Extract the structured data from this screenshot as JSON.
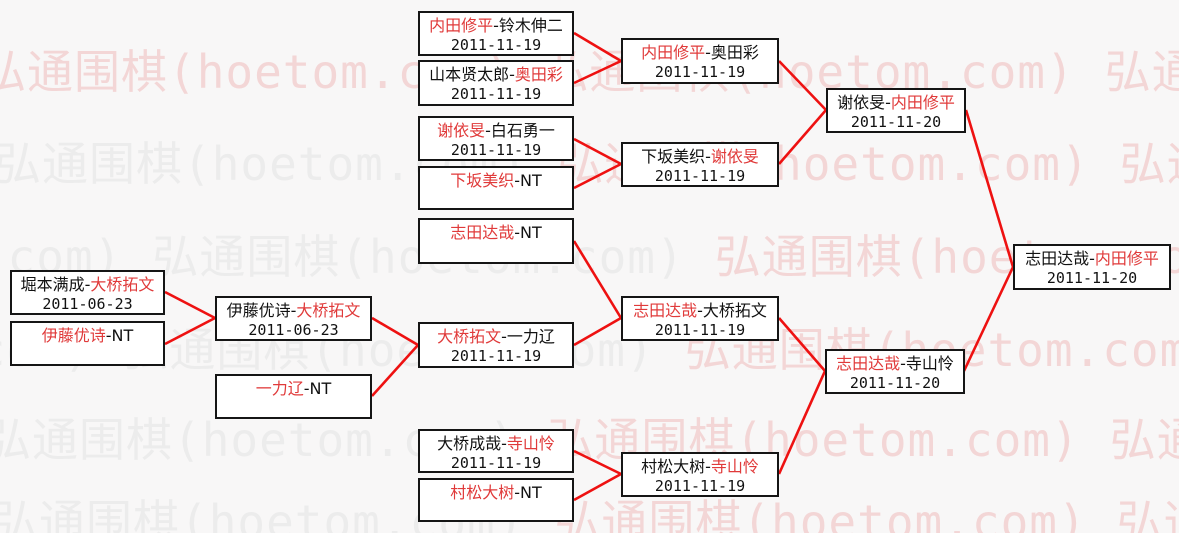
{
  "watermark": {
    "text": "弘通围棋(hoetom.com)",
    "pink": "#f3d6d6",
    "gray": "#ececec"
  },
  "colors": {
    "winner": "#e03a3a",
    "loser": "#111111",
    "line": "#ee1111",
    "box_border": "#151515",
    "box_bg": "#ffffff",
    "background": "#f8f7f7"
  },
  "bracket": {
    "separator": "-",
    "columns": [
      {
        "name": "round-1",
        "matches": [
          {
            "p1": "堀本满成",
            "p2": "大桥拓文",
            "winner": "p2",
            "date": "2011-06-23"
          },
          {
            "p1": "伊藤优诗",
            "p2": "NT",
            "winner": "p1",
            "date": ""
          }
        ]
      },
      {
        "name": "round-2",
        "matches": [
          {
            "p1": "伊藤优诗",
            "p2": "大桥拓文",
            "winner": "p2",
            "date": "2011-06-23"
          },
          {
            "p1": "一力辽",
            "p2": "NT",
            "winner": "p1",
            "date": ""
          }
        ]
      },
      {
        "name": "round-3",
        "matches": [
          {
            "p1": "内田修平",
            "p2": "铃木伸二",
            "winner": "p1",
            "date": "2011-11-19"
          },
          {
            "p1": "山本贤太郎",
            "p2": "奥田彩",
            "winner": "p2",
            "date": "2011-11-19"
          },
          {
            "p1": "谢依旻",
            "p2": "白石勇一",
            "winner": "p1",
            "date": "2011-11-19"
          },
          {
            "p1": "下坂美织",
            "p2": "NT",
            "winner": "p1",
            "date": ""
          },
          {
            "p1": "志田达哉",
            "p2": "NT",
            "winner": "p1",
            "date": ""
          },
          {
            "p1": "大桥拓文",
            "p2": "一力辽",
            "winner": "p1",
            "date": "2011-11-19"
          },
          {
            "p1": "大桥成哉",
            "p2": "寺山怜",
            "winner": "p2",
            "date": "2011-11-19"
          },
          {
            "p1": "村松大树",
            "p2": "NT",
            "winner": "p1",
            "date": ""
          }
        ]
      },
      {
        "name": "round-4",
        "matches": [
          {
            "p1": "内田修平",
            "p2": "奥田彩",
            "winner": "p1",
            "date": "2011-11-19"
          },
          {
            "p1": "下坂美织",
            "p2": "谢依旻",
            "winner": "p2",
            "date": "2011-11-19"
          },
          {
            "p1": "志田达哉",
            "p2": "大桥拓文",
            "winner": "p1",
            "date": "2011-11-19"
          },
          {
            "p1": "村松大树",
            "p2": "寺山怜",
            "winner": "p2",
            "date": "2011-11-19"
          }
        ]
      },
      {
        "name": "semifinals",
        "matches": [
          {
            "p1": "谢依旻",
            "p2": "内田修平",
            "winner": "p2",
            "date": "2011-11-20"
          },
          {
            "p1": "志田达哉",
            "p2": "寺山怜",
            "winner": "p1",
            "date": "2011-11-20"
          }
        ]
      },
      {
        "name": "final",
        "matches": [
          {
            "p1": "志田达哉",
            "p2": "内田修平",
            "winner": "p2",
            "date": "2011-11-20"
          }
        ]
      }
    ]
  }
}
